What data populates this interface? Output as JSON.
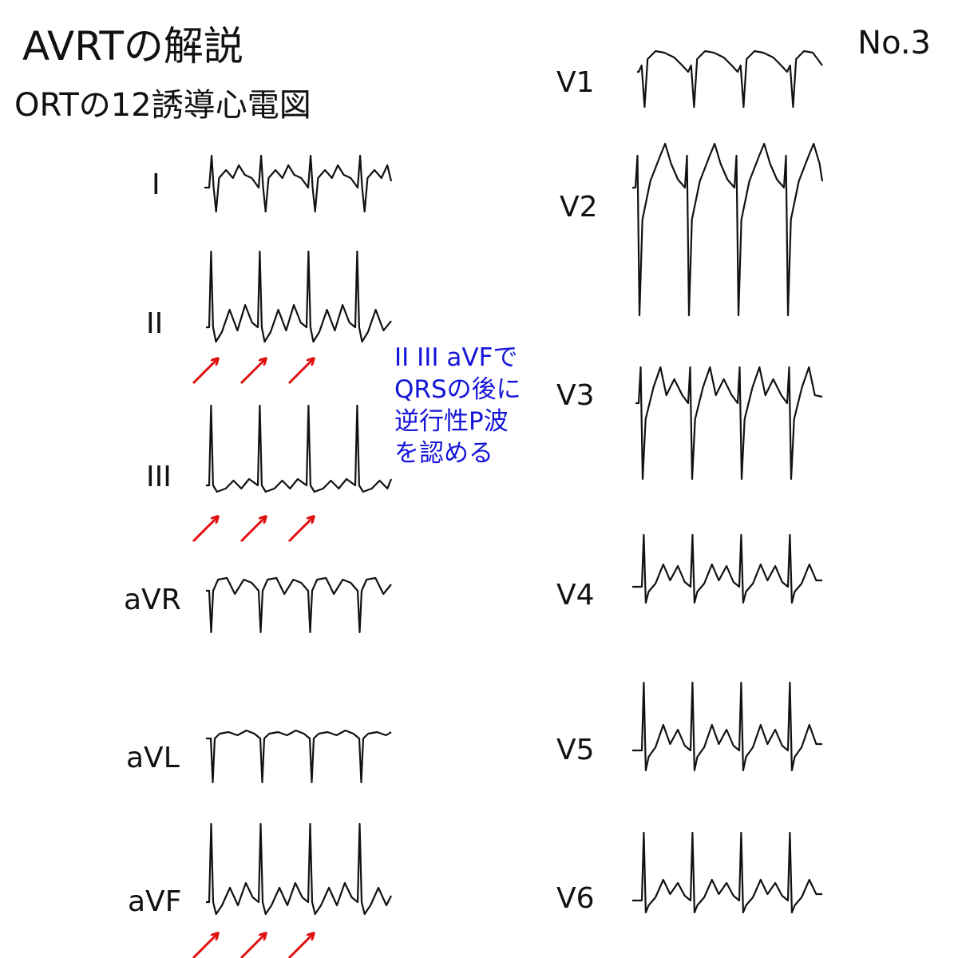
{
  "title": "AVRTの解説",
  "subtitle": "ORTの12誘導心電図",
  "page_number": "No.3",
  "annotation": {
    "lines": [
      "II III aVFで",
      "QRSの後に",
      "逆行性P波",
      "を認める"
    ],
    "color": "#1515d8"
  },
  "arrow_color": "#e01010",
  "trace_color": "#111111",
  "chart_data": {
    "type": "line",
    "title": "ORTの12誘導心電図",
    "leads": [
      {
        "name": "I",
        "morphology": "small-negative-qrs",
        "beats": 4
      },
      {
        "name": "II",
        "morphology": "tall-r-retrograde-p",
        "beats": 4,
        "arrows": 3
      },
      {
        "name": "III",
        "morphology": "tall-r-flat",
        "beats": 4,
        "arrows": 3
      },
      {
        "name": "aVR",
        "morphology": "negative-qrs",
        "beats": 4
      },
      {
        "name": "aVL",
        "morphology": "negative-qrs",
        "beats": 4
      },
      {
        "name": "aVF",
        "morphology": "tall-r-retrograde-p",
        "beats": 4,
        "arrows": 3
      },
      {
        "name": "V1",
        "morphology": "rs-negative",
        "beats": 4
      },
      {
        "name": "V2",
        "morphology": "deep-s-tall-t",
        "beats": 4
      },
      {
        "name": "V3",
        "morphology": "rs-biphasic",
        "beats": 4
      },
      {
        "name": "V4",
        "morphology": "upright-r",
        "beats": 4
      },
      {
        "name": "V5",
        "morphology": "tall-r",
        "beats": 4
      },
      {
        "name": "V6",
        "morphology": "tall-r",
        "beats": 4
      }
    ],
    "annotation": "II III aVFで QRSの後に 逆行性P波 を認める"
  }
}
